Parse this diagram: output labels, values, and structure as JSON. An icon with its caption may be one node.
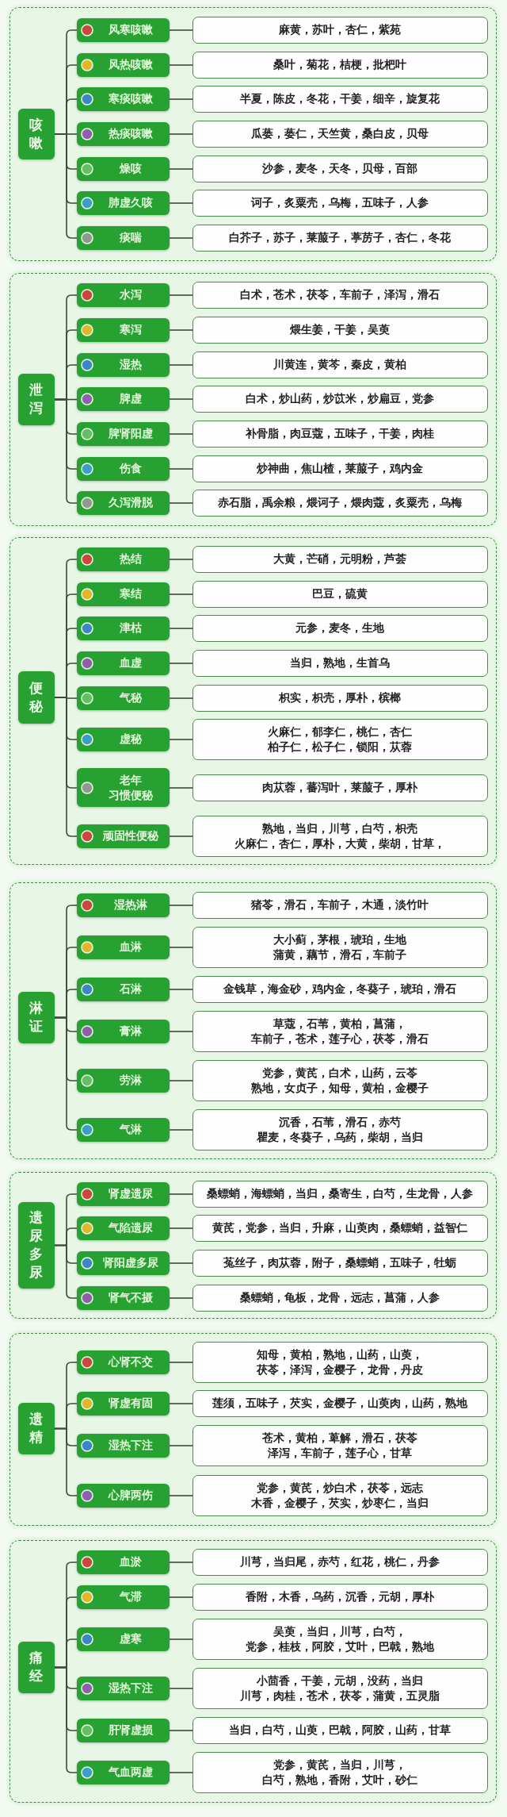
{
  "diagram": {
    "nodes": [
      {
        "text": [],
        "shape": "box"
      },
      {
        "text": [
          "咳嗽"
        ],
        "in": 0
      },
      {
        "text": [
          "风寒咳嗽"
        ],
        "in": 0
      },
      {
        "text": [
          "麻黄，苏叶，杏仁，紫苑"
        ],
        "in": 0
      },
      {
        "text": [
          "风热咳嗽"
        ],
        "in": 0
      },
      {
        "text": [
          "桑叶，菊花，桔梗，批杷叶"
        ],
        "in": 0
      },
      {
        "text": [
          "寒痰咳嗽"
        ],
        "in": 0
      },
      {
        "text": [
          "半夏，陈皮，冬花，干姜，细辛，旋复花"
        ],
        "in": 0
      },
      {
        "text": [
          "热痰咳嗽"
        ],
        "in": 0
      },
      {
        "text": [
          "瓜蒌，蒌仁，天竺黄，桑白皮，贝母"
        ],
        "in": 0
      },
      {
        "text": [
          "燥咳"
        ],
        "in": 0
      },
      {
        "text": [
          "沙参，麦冬，天冬，贝母，百部"
        ],
        "in": 0
      },
      {
        "text": [
          "肺虚久咳"
        ],
        "in": 0
      },
      {
        "text": [
          "诃子，炙粟壳，乌梅，五味子，人参"
        ],
        "in": 0
      },
      {
        "text": [
          "痰喘"
        ],
        "in": 0
      },
      {
        "text": [
          "白芥子，苏子，莱菔子，葶苈子，杏仁，冬花"
        ],
        "in": 0
      },
      {
        "text": [],
        "shape": "box"
      },
      {
        "text": [
          "泄泻"
        ],
        "in": 16
      },
      {
        "text": [
          "水泻"
        ],
        "in": 16
      },
      {
        "text": [
          "白术，苍术，茯苓，车前子，泽泻，滑石"
        ],
        "in": 16
      },
      {
        "text": [
          "寒泻"
        ],
        "in": 16
      },
      {
        "text": [
          "煨生姜，干姜，吴萸"
        ],
        "in": 16
      },
      {
        "text": [
          "湿热"
        ],
        "in": 16
      },
      {
        "text": [
          "川黄连，黄芩，秦皮，黄柏"
        ],
        "in": 16
      },
      {
        "text": [
          "脾虚"
        ],
        "in": 16
      },
      {
        "text": [
          "白术，炒山药，炒苡米，炒扁豆，党参"
        ],
        "in": 16
      },
      {
        "text": [
          "脾肾阳虚"
        ],
        "in": 16
      },
      {
        "text": [
          "补骨脂，肉豆蔻，五味子，干姜，肉桂"
        ],
        "in": 16
      },
      {
        "text": [
          "伤食"
        ],
        "in": 16
      },
      {
        "text": [
          "炒神曲，焦山楂，莱菔子，鸡内金"
        ],
        "in": 16
      },
      {
        "text": [
          "久泻滑脱"
        ],
        "in": 16
      },
      {
        "text": [
          "赤石脂，禹余粮，煨诃子，煨肉蔻，炙粟壳，乌梅"
        ],
        "in": 16
      },
      {
        "text": [],
        "shape": "box"
      },
      {
        "text": [
          "便秘"
        ],
        "in": 32
      },
      {
        "text": [
          "热结"
        ],
        "in": 32
      },
      {
        "text": [
          "大黄，芒硝，元明粉，芦荟"
        ],
        "in": 32
      },
      {
        "text": [
          "寒结"
        ],
        "in": 32
      },
      {
        "text": [
          "巴豆，硫黄"
        ],
        "in": 32
      },
      {
        "text": [
          "津枯"
        ],
        "in": 32
      },
      {
        "text": [
          "元参，麦冬，生地"
        ],
        "in": 32
      },
      {
        "text": [
          "血虚"
        ],
        "in": 32
      },
      {
        "text": [
          "当归，熟地，生首乌"
        ],
        "in": 32
      },
      {
        "text": [
          "气秘"
        ],
        "in": 32
      },
      {
        "text": [
          "枳实，枳壳，厚朴，槟榔"
        ],
        "in": 32
      },
      {
        "text": [
          "虚秘"
        ],
        "in": 32
      },
      {
        "text": [
          "火麻仁，郁李仁，桃仁，杏仁柏子仁，松子仁，锁阳，苁蓉"
        ],
        "in": 32
      },
      {
        "text": [
          "老年习惯便秘"
        ],
        "in": 32
      },
      {
        "text": [
          "肉苁蓉，蕃泻叶，莱菔子，厚朴"
        ],
        "in": 32
      },
      {
        "text": [
          "顽固性便秘"
        ],
        "in": 32
      },
      {
        "text": [
          "熟地，当归，川芎，白芍，枳壳火麻仁，杏仁，厚朴，大黄，柴胡，甘草，"
        ],
        "in": 32
      },
      {
        "text": [],
        "shape": "box"
      },
      {
        "text": [
          "淋证"
        ],
        "in": 50
      },
      {
        "text": [
          "湿热淋"
        ],
        "in": 50
      },
      {
        "text": [
          "猪苓，滑石，车前子，木通，淡竹叶"
        ],
        "in": 50
      },
      {
        "text": [
          "血淋"
        ],
        "in": 50
      },
      {
        "text": [
          "大小蓟，茅根，琥珀，生地蒲黄，藕节，滑石，车前子"
        ],
        "in": 50
      },
      {
        "text": [
          "石淋"
        ],
        "in": 50
      },
      {
        "text": [
          "金钱草，海金砂，鸡内金，冬葵子，琥珀，滑石"
        ],
        "in": 50
      },
      {
        "text": [
          "膏淋"
        ],
        "in": 50
      },
      {
        "text": [
          "草蔻，石苇，黄柏，菖蒲，车前子，苍术，莲子心，茯苓，滑石"
        ],
        "in": 50
      },
      {
        "text": [
          "劳淋"
        ],
        "in": 50
      },
      {
        "text": [
          "党参，黄芪，白术，山药，云苓熟地，女贞子，知母，黄柏，金樱子"
        ],
        "in": 50
      },
      {
        "text": [
          "气淋"
        ],
        "in": 50
      },
      {
        "text": [
          "沉香，石苇，滑石，赤芍瞿麦，冬葵子，乌药，柴胡，当归"
        ],
        "in": 50
      },
      {
        "text": [],
        "shape": "box"
      },
      {
        "text": [
          "遗尿多尿"
        ],
        "in": 64
      },
      {
        "text": [
          "肾虚遗尿"
        ],
        "in": 64
      },
      {
        "text": [
          "桑螵蛸，海螵蛸，当归，桑寄生，白芍，生龙骨，人参"
        ],
        "in": 64
      },
      {
        "text": [
          "气陷遗尿"
        ],
        "in": 64
      },
      {
        "text": [
          "黄芪，党参，当归，升麻，山萸肉，桑螵蛸，益智仁"
        ],
        "in": 64
      },
      {
        "text": [
          "肾阳虚多尿"
        ],
        "in": 64
      },
      {
        "text": [
          "菟丝子，肉苁蓉，附子，桑螵蛸，五味子，牡蛎"
        ],
        "in": 64
      },
      {
        "text": [
          "肾气不摄"
        ],
        "in": 64
      },
      {
        "text": [
          "桑螵蛸，龟板，龙骨，远志，菖蒲，人参"
        ],
        "in": 64
      },
      {
        "text": [],
        "shape": "box"
      },
      {
        "text": [
          "遗精"
        ],
        "in": 74
      },
      {
        "text": [
          "心肾不交"
        ],
        "in": 74
      },
      {
        "text": [
          "知母，黄柏，熟地，山药，山萸，茯苓，泽泻，金樱子，龙骨，丹皮"
        ],
        "in": 74
      },
      {
        "text": [
          "肾虚有固"
        ],
        "in": 74
      },
      {
        "text": [
          "莲须，五味子，芡实，金樱子，山萸肉，山药，熟地"
        ],
        "in": 74
      },
      {
        "text": [
          "湿热下注"
        ],
        "in": 74
      },
      {
        "text": [
          "苍术，黄柏，萆解，滑石，茯苓泽泻，车前子，莲子心，甘草"
        ],
        "in": 74
      },
      {
        "text": [
          "心脾两伤"
        ],
        "in": 74
      },
      {
        "text": [
          "党参，黄芪，炒白术，茯苓，远志木香，金樱子，芡实，炒枣仁，当归"
        ],
        "in": 74
      },
      {
        "text": [],
        "shape": "box"
      },
      {
        "text": [
          "痛经"
        ],
        "in": 84
      },
      {
        "text": [
          "血淤"
        ],
        "in": 84
      },
      {
        "text": [
          "川芎，当归尾，赤芍，红花，桃仁，丹参"
        ],
        "in": 84
      },
      {
        "text": [
          "气滞"
        ],
        "in": 84
      },
      {
        "text": [
          "香附，木香，乌药，沉香，元胡，厚朴"
        ],
        "in": 84
      },
      {
        "text": [
          "虚寒"
        ],
        "in": 84
      },
      {
        "text": [
          "吴萸，当归，川芎，白芍，党参，桂枝，阿胶，艾叶，巴戟，熟地"
        ],
        "in": 84
      },
      {
        "text": [
          "湿热下注"
        ],
        "in": 84
      },
      {
        "text": [
          "小茴香，干姜，元胡，没药，当归川芎，肉桂，苍术，茯苓，蒲黄，五灵脂"
        ],
        "in": 84
      },
      {
        "text": [
          "肝肾虚损"
        ],
        "in": 84
      },
      {
        "text": [
          "当归，白芍，山萸，巴戟，阿胶，山药，甘草"
        ],
        "in": 84
      },
      {
        "text": [
          "气血两虚"
        ],
        "in": 84
      },
      {
        "text": [
          "党参，黄芪，当归，川芎，白芍，熟地，香附，艾叶，砂仁"
        ],
        "in": 84
      }
    ],
    "edges": [
      {
        "from": 1,
        "to": 2,
        "arrow": "none"
      },
      {
        "from": 2,
        "to": 3,
        "arrow": "none"
      },
      {
        "from": 1,
        "to": 4,
        "arrow": "none"
      },
      {
        "from": 4,
        "to": 5,
        "arrow": "none"
      },
      {
        "from": 1,
        "to": 6,
        "arrow": "none"
      },
      {
        "from": 6,
        "to": 7,
        "arrow": "none"
      },
      {
        "from": 1,
        "to": 8,
        "arrow": "none"
      },
      {
        "from": 8,
        "to": 9,
        "arrow": "none"
      },
      {
        "from": 1,
        "to": 10,
        "arrow": "none"
      },
      {
        "from": 10,
        "to": 11,
        "arrow": "none"
      },
      {
        "from": 1,
        "to": 12,
        "arrow": "none"
      },
      {
        "from": 12,
        "to": 13,
        "arrow": "none"
      },
      {
        "from": 1,
        "to": 14,
        "arrow": "none"
      },
      {
        "from": 14,
        "to": 15,
        "arrow": "none"
      },
      {
        "from": 17,
        "to": 18,
        "arrow": "none"
      },
      {
        "from": 18,
        "to": 19,
        "arrow": "none"
      },
      {
        "from": 17,
        "to": 20,
        "arrow": "none"
      },
      {
        "from": 20,
        "to": 21,
        "arrow": "none"
      },
      {
        "from": 17,
        "to": 22,
        "arrow": "none"
      },
      {
        "from": 22,
        "to": 23,
        "arrow": "none"
      },
      {
        "from": 17,
        "to": 24,
        "arrow": "none"
      },
      {
        "from": 24,
        "to": 25,
        "arrow": "none"
      },
      {
        "from": 17,
        "to": 26,
        "arrow": "none"
      },
      {
        "from": 26,
        "to": 27,
        "arrow": "none"
      },
      {
        "from": 17,
        "to": 28,
        "arrow": "none"
      },
      {
        "from": 28,
        "to": 29,
        "arrow": "none"
      },
      {
        "from": 17,
        "to": 30,
        "arrow": "none"
      },
      {
        "from": 30,
        "to": 31,
        "arrow": "none"
      },
      {
        "from": 33,
        "to": 34,
        "arrow": "none"
      },
      {
        "from": 34,
        "to": 35,
        "arrow": "none"
      },
      {
        "from": 33,
        "to": 36,
        "arrow": "none"
      },
      {
        "from": 36,
        "to": 37,
        "arrow": "none"
      },
      {
        "from": 33,
        "to": 38,
        "arrow": "none"
      },
      {
        "from": 38,
        "to": 39,
        "arrow": "none"
      },
      {
        "from": 33,
        "to": 40,
        "arrow": "none"
      },
      {
        "from": 40,
        "to": 41,
        "arrow": "none"
      },
      {
        "from": 33,
        "to": 42,
        "arrow": "none"
      },
      {
        "from": 42,
        "to": 43,
        "arrow": "none"
      },
      {
        "from": 33,
        "to": 44,
        "arrow": "none"
      },
      {
        "from": 44,
        "to": 45,
        "arrow": "none"
      },
      {
        "from": 33,
        "to": 46,
        "arrow": "none"
      },
      {
        "from": 46,
        "to": 47,
        "arrow": "none"
      },
      {
        "from": 33,
        "to": 48,
        "arrow": "none"
      },
      {
        "from": 48,
        "to": 49,
        "arrow": "none"
      },
      {
        "from": 51,
        "to": 52,
        "arrow": "none"
      },
      {
        "from": 52,
        "to": 53,
        "arrow": "none"
      },
      {
        "from": 51,
        "to": 54,
        "arrow": "none"
      },
      {
        "from": 54,
        "to": 55,
        "arrow": "none"
      },
      {
        "from": 51,
        "to": 56,
        "arrow": "none"
      },
      {
        "from": 56,
        "to": 57,
        "arrow": "none"
      },
      {
        "from": 51,
        "to": 58,
        "arrow": "none"
      },
      {
        "from": 58,
        "to": 59,
        "arrow": "none"
      },
      {
        "from": 51,
        "to": 60,
        "arrow": "none"
      },
      {
        "from": 60,
        "to": 61,
        "arrow": "none"
      },
      {
        "from": 51,
        "to": 62,
        "arrow": "none"
      },
      {
        "from": 62,
        "to": 63,
        "arrow": "none"
      },
      {
        "from": 65,
        "to": 66,
        "arrow": "none"
      },
      {
        "from": 66,
        "to": 67,
        "arrow": "none"
      },
      {
        "from": 65,
        "to": 68,
        "arrow": "none"
      },
      {
        "from": 68,
        "to": 69,
        "arrow": "none"
      },
      {
        "from": 65,
        "to": 70,
        "arrow": "none"
      },
      {
        "from": 70,
        "to": 71,
        "arrow": "none"
      },
      {
        "from": 65,
        "to": 72,
        "arrow": "none"
      },
      {
        "from": 72,
        "to": 73,
        "arrow": "none"
      },
      {
        "from": 75,
        "to": 76,
        "arrow": "none"
      },
      {
        "from": 76,
        "to": 77,
        "arrow": "none"
      },
      {
        "from": 75,
        "to": 78,
        "arrow": "none"
      },
      {
        "from": 78,
        "to": 79,
        "arrow": "none"
      },
      {
        "from": 75,
        "to": 80,
        "arrow": "none"
      },
      {
        "from": 80,
        "to": 81,
        "arrow": "none"
      },
      {
        "from": 75,
        "to": 82,
        "arrow": "none"
      },
      {
        "from": 82,
        "to": 83,
        "arrow": "none"
      },
      {
        "from": 85,
        "to": 86,
        "arrow": "none"
      },
      {
        "from": 86,
        "to": 87,
        "arrow": "none"
      },
      {
        "from": 85,
        "to": 88,
        "arrow": "none"
      },
      {
        "from": 88,
        "to": 89,
        "arrow": "none"
      },
      {
        "from": 85,
        "to": 90,
        "arrow": "none"
      },
      {
        "from": 90,
        "to": 91,
        "arrow": "none"
      },
      {
        "from": 85,
        "to": 92,
        "arrow": "none"
      },
      {
        "from": 92,
        "to": 93,
        "arrow": "none"
      },
      {
        "from": 85,
        "to": 94,
        "arrow": "none"
      },
      {
        "from": 94,
        "to": 95,
        "arrow": "none"
      },
      {
        "from": 85,
        "to": 96,
        "arrow": "none"
      },
      {
        "from": 96,
        "to": 97,
        "arrow": "none"
      }
    ]
  }
}
